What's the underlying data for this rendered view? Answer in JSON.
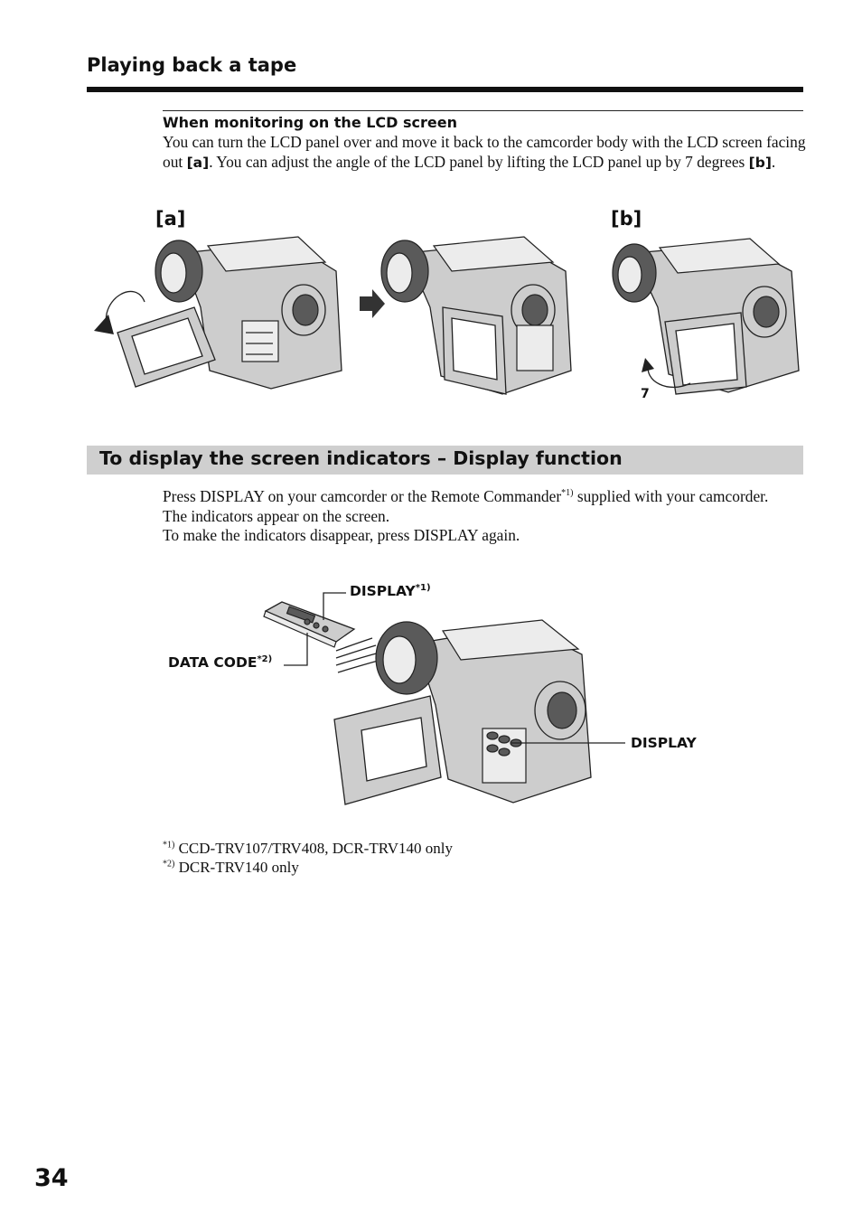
{
  "header": {
    "section_title": "Playing back a tape"
  },
  "lcd_section": {
    "heading": "When monitoring on the LCD screen",
    "text_1": "You can turn the LCD panel over and move it back to the camcorder body with the LCD screen facing out ",
    "ref_a": "[a]",
    "text_2": ". You can adjust the angle of the LCD panel by lifting the LCD panel up by 7 degrees ",
    "ref_b": "[b]",
    "text_3": "."
  },
  "figure_lcd": {
    "label_a": "[a]",
    "label_b": "[b]",
    "angle_label": "7"
  },
  "display_section": {
    "title": "To display the screen indicators – Display function",
    "line1_pre": "Press DISPLAY on your camcorder or the Remote Commander",
    "line1_sup": "*1)",
    "line1_post": " supplied with your camcorder.",
    "line2": "The indicators appear on the screen.",
    "line3": "To make the indicators disappear, press DISPLAY again."
  },
  "figure_display": {
    "callout_display_remote": "DISPLAY",
    "callout_display_remote_sup": "*1)",
    "callout_data_code": "DATA CODE",
    "callout_data_code_sup": "*2)",
    "callout_display_camera": "DISPLAY"
  },
  "footnotes": [
    {
      "marker": "*1)",
      "text": "CCD-TRV107/TRV408, DCR-TRV140 only"
    },
    {
      "marker": "*2)",
      "text": "DCR-TRV140 only"
    }
  ],
  "page_number": "34"
}
